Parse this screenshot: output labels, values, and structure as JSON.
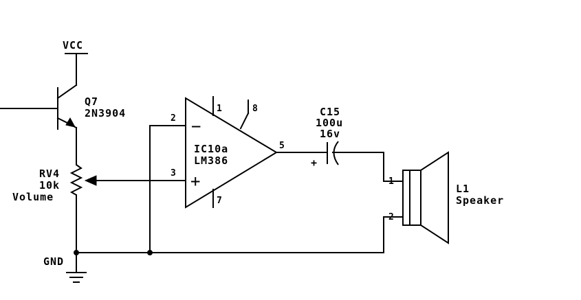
{
  "power": {
    "vcc": "VCC",
    "gnd": "GND"
  },
  "transistor": {
    "ref": "Q7",
    "part": "2N3904"
  },
  "potentiometer": {
    "ref": "RV4",
    "value": "10k",
    "name": "Volume"
  },
  "opamp": {
    "ref": "IC10a",
    "part": "LM386",
    "pins": {
      "inv": "2",
      "noninv": "3",
      "out": "5",
      "p1": "1",
      "p8": "8",
      "p7": "7"
    },
    "minus": "−",
    "plus": "+"
  },
  "capacitor": {
    "ref": "C15",
    "value": "100u",
    "voltage": "16v",
    "plus": "+"
  },
  "speaker": {
    "ref": "L1",
    "name": "Speaker",
    "pin1": "1",
    "pin2": "2"
  }
}
